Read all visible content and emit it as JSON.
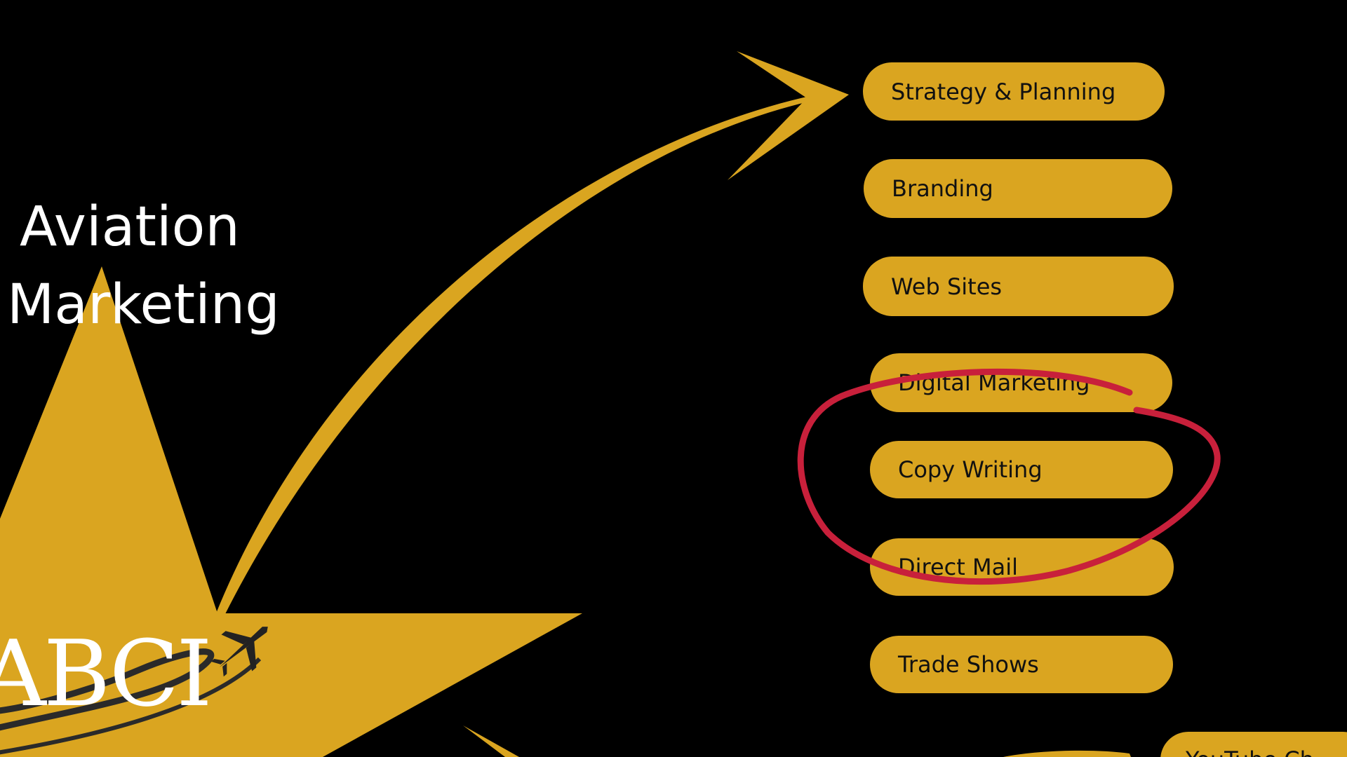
{
  "title": {
    "line1": "Aviation",
    "line2": "Marketing"
  },
  "logo": {
    "text": "ABCI",
    "icon": "airplane-icon"
  },
  "services": [
    {
      "label": "Strategy & Planning"
    },
    {
      "label": "Branding"
    },
    {
      "label": "Web Sites"
    },
    {
      "label": "Digital Marketing"
    },
    {
      "label": "Copy Writing"
    },
    {
      "label": "Direct Mail"
    },
    {
      "label": "Trade Shows"
    },
    {
      "label": "YouTube Ch"
    }
  ],
  "highlighted_service": "Copy Writing",
  "colors": {
    "background": "#000000",
    "gold": "#DAA520",
    "highlight_ring": "#C8203B",
    "text_light": "#FFFFFF",
    "text_dark": "#111111"
  }
}
